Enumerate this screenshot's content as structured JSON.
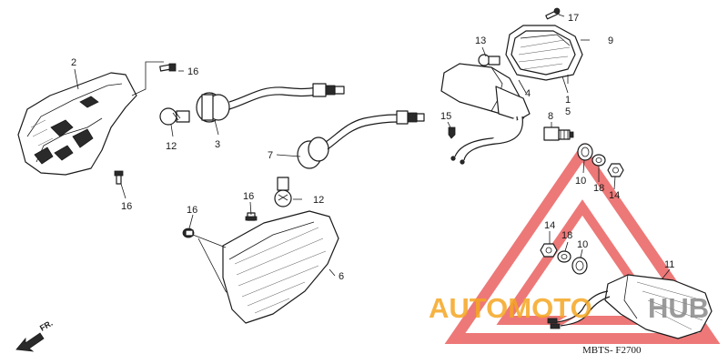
{
  "diagram_code": "MBTS- F2700",
  "direction_label": "FR.",
  "watermark": {
    "text_orange": "AUTOMOTO",
    "text_gray": "HUB",
    "color_orange": "#f5a623",
    "color_gray": "#8a8a8a",
    "color_red": "#e84b4b"
  },
  "callouts": {
    "c1": "1",
    "c2": "2",
    "c3": "3",
    "c4": "4",
    "c5": "5",
    "c6": "6",
    "c7": "7",
    "c8": "8",
    "c9": "9",
    "c10a": "10",
    "c10b": "10",
    "c11": "11",
    "c12a": "12",
    "c12b": "12",
    "c13": "13",
    "c14a": "14",
    "c14b": "14",
    "c15": "15",
    "c16a": "16",
    "c16b": "16",
    "c16c": "16",
    "c16d": "16",
    "c17": "17",
    "c18a": "18",
    "c18b": "18"
  }
}
